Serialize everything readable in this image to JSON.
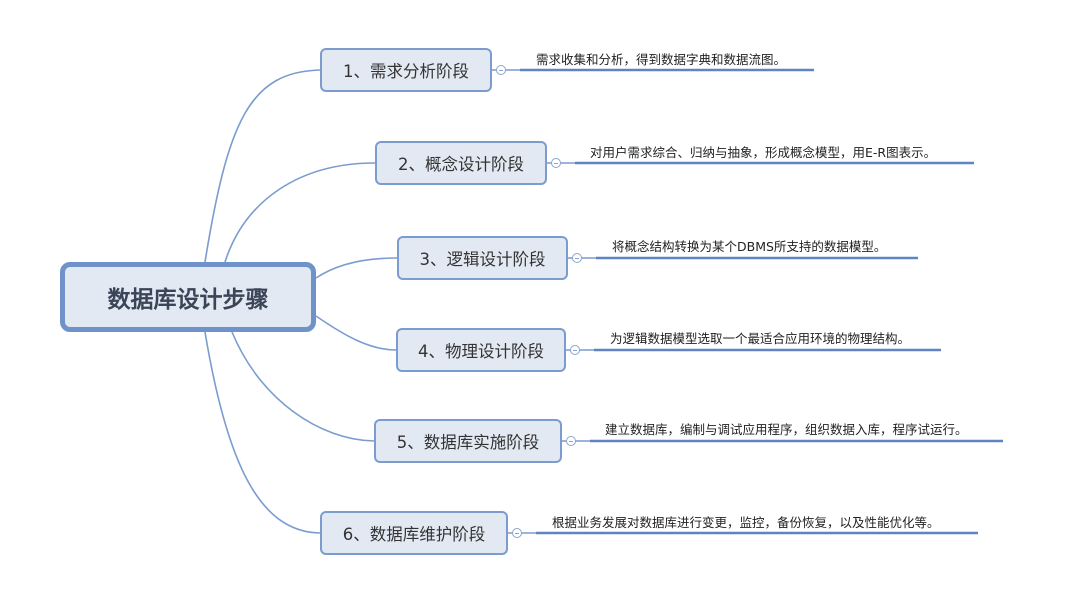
{
  "root": {
    "title": "数据库设计步骤"
  },
  "stages": [
    {
      "label": "1、需求分析阶段",
      "description": "需求收集和分析，得到数据字典和数据流图。"
    },
    {
      "label": "2、概念设计阶段",
      "description": "对用户需求综合、归纳与抽象，形成概念模型，用E-R图表示。"
    },
    {
      "label": "3、逻辑设计阶段",
      "description": "将概念结构转换为某个DBMS所支持的数据模型。"
    },
    {
      "label": "4、物理设计阶段",
      "description": "为逻辑数据模型选取一个最适合应用环境的物理结构。"
    },
    {
      "label": "5、数据库实施阶段",
      "description": "建立数据库，编制与调试应用程序，组织数据入库，程序试运行。"
    },
    {
      "label": "6、数据库维护阶段",
      "description": "根据业务发展对数据库进行变更，监控，备份恢复，以及性能优化等。"
    }
  ],
  "colors": {
    "connector": "#7b9ccf",
    "node_fill": "#e3e9f3",
    "root_border": "#6f93c9"
  }
}
